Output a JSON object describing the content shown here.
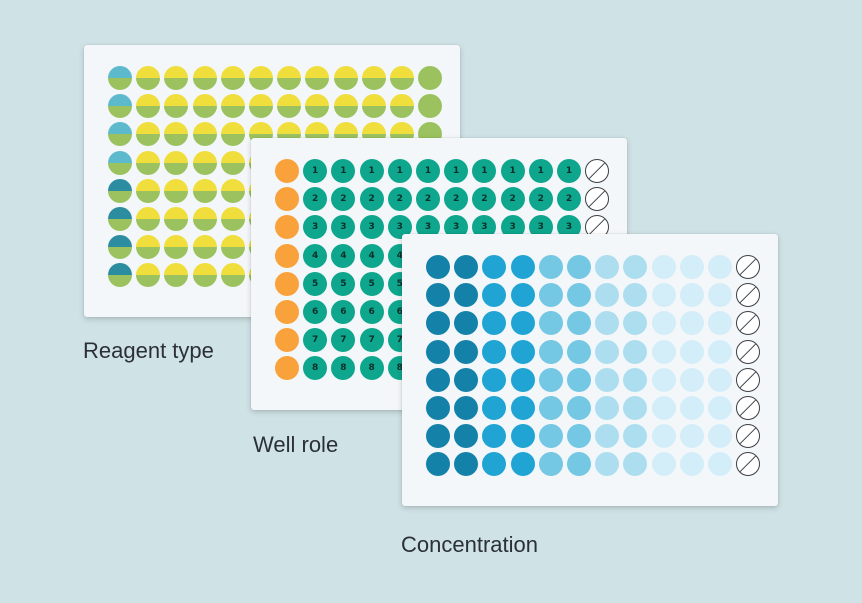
{
  "captions": {
    "reagent": "Reagent type",
    "role": "Well role",
    "concentration": "Concentration"
  },
  "plate_grid": {
    "rows": 8,
    "cols": 12
  },
  "colors": {
    "reagent_yellow": "#f0de3c",
    "reagent_green": "#9bc25e",
    "reagent_light_blue": "#5db9cc",
    "reagent_teal": "#2c8ca0",
    "role_orange": "#f9a23b",
    "role_teal": "#0ea68d",
    "conc_levels": [
      "#1381a8",
      "#20a4d3",
      "#74c8e3",
      "#acdeef",
      "#d3eef8"
    ]
  },
  "reagent_plate": {
    "first_column_top": [
      "light_blue",
      "light_blue",
      "light_blue",
      "light_blue",
      "teal",
      "teal",
      "teal",
      "teal"
    ],
    "last_column": "green",
    "middle_columns": "yellow_over_green"
  },
  "role_plate": {
    "first_column": "orange",
    "middle_columns": "numbered_by_row",
    "last_column": "empty"
  },
  "concentration_plate": {
    "column_levels": [
      0,
      0,
      1,
      1,
      2,
      2,
      3,
      3,
      4,
      4,
      4
    ],
    "last_column": "empty"
  }
}
